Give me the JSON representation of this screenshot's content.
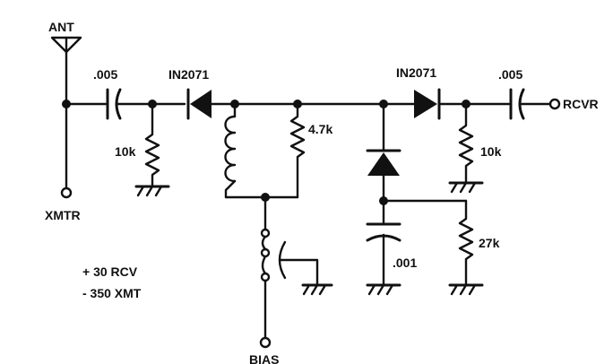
{
  "labels": {
    "antenna": "ANT",
    "transmitter": "XMTR",
    "receiver": "RCVR",
    "bias": "BIAS"
  },
  "components": {
    "cap_left": ".005",
    "cap_right": ".005",
    "diode_left": "IN2071",
    "diode_right": "IN2071",
    "res_left": "10k",
    "res_mid": "4.7k",
    "res_right": "10k",
    "res_bottom_right": "27k",
    "cap_bottom": ".001"
  },
  "notes": {
    "line1": "+ 30 RCV",
    "line2": "- 350 XMT"
  }
}
